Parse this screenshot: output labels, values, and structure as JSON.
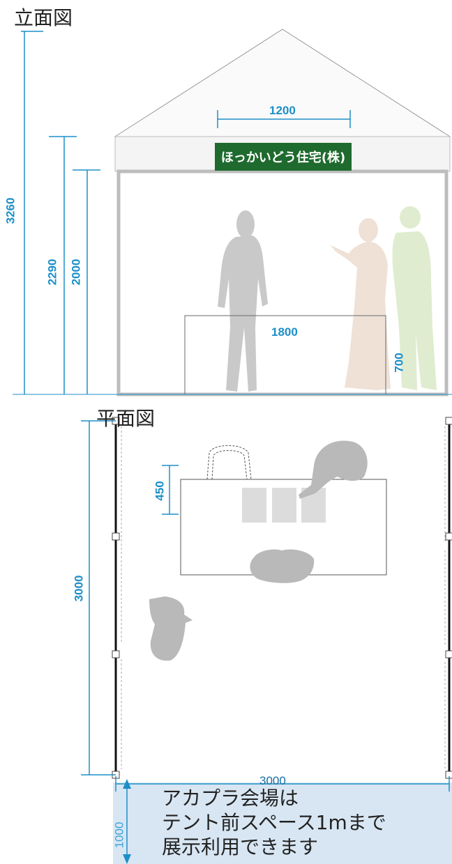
{
  "elevation": {
    "title": "立面図",
    "sign_text": "ほっかいどう住宅(株)",
    "dims": {
      "total_height": "3260",
      "eave_height": "2290",
      "opening_height": "2000",
      "sign_width": "1200",
      "table_width": "1800",
      "table_height": "700"
    }
  },
  "plan": {
    "title": "平面図",
    "dims": {
      "depth": "3000",
      "table_depth": "450",
      "width": "3000",
      "front_space": "1000"
    }
  },
  "note": {
    "lines": [
      "アカプラ会場は",
      "テント前スペース1mまで",
      "展示利用できます"
    ]
  },
  "colors": {
    "dimension": "#1c8fc8",
    "sign_bg": "#1f6a2e",
    "front_space_bg": "#d8e6f3"
  }
}
